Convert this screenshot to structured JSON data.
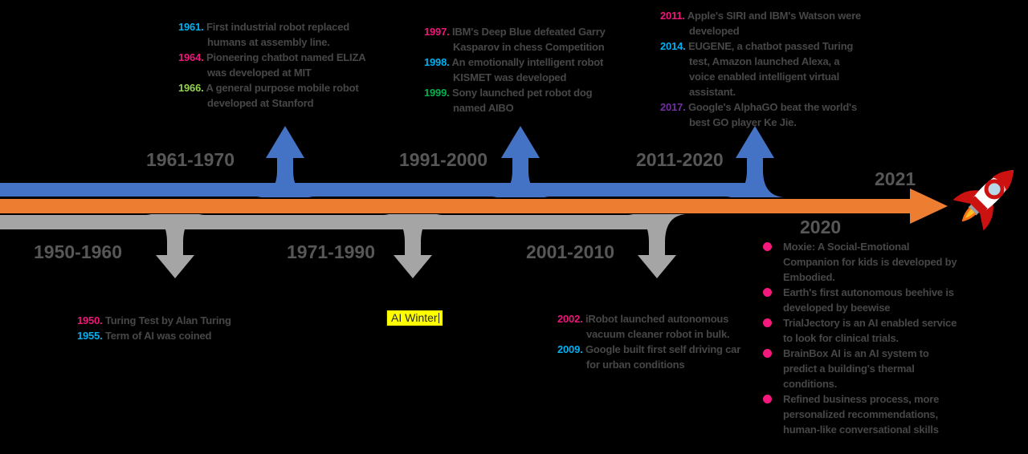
{
  "title": "History of Artificial Intelligence timeline",
  "colors": {
    "background": "#000000",
    "blue_band": "#4472C4",
    "orange_band": "#ED7D31",
    "gray_band": "#A5A5A5",
    "period_label": "#575757",
    "body_text": "#474747",
    "year_cyan": "#00B0F0",
    "year_pink": "#EC1778",
    "year_green": "#92D050",
    "year_dark_green": "#00B050",
    "year_purple": "#7030A0",
    "bullet_pink": "#F5197D",
    "highlight_yellow": "#FFFF00"
  },
  "periods": {
    "top": [
      "1961-1970",
      "1991-2000",
      "2011-2020"
    ],
    "bottom": [
      "1950-1960",
      "1971-1990",
      "2001-2010"
    ],
    "final_top": "2021",
    "final_bottom": "2020"
  },
  "blocks": {
    "era_1961_1970": {
      "entries": [
        {
          "year": "1961.",
          "text": "First industrial robot replaced humans at assembly line."
        },
        {
          "year": "1964.",
          "text": "Pioneering chatbot named ELIZA was developed at MIT"
        },
        {
          "year": "1966.",
          "text": "A general purpose mobile robot developed at Stanford"
        }
      ]
    },
    "era_1991_2000": {
      "entries": [
        {
          "year": "1997.",
          "text": "IBM's Deep Blue defeated Garry Kasparov in chess Competition"
        },
        {
          "year": "1998.",
          "text": "An emotionally intelligent robot KISMET was developed"
        },
        {
          "year": "1999.",
          "text": "Sony launched pet robot dog named AIBO"
        }
      ]
    },
    "era_2011_2020": {
      "entries": [
        {
          "year": "2011.",
          "text": "Apple's SIRI and IBM's Watson were developed"
        },
        {
          "year": "2014.",
          "text": "EUGENE, a chatbot passed Turing test, Amazon launched Alexa, a voice enabled  intelligent virtual assistant."
        },
        {
          "year": "2017.",
          "text": "Google's AlphaGO beat the world's best GO player Ke Jie."
        }
      ]
    },
    "era_1950_1960": {
      "entries": [
        {
          "year": "1950.",
          "text": "Turing Test by Alan Turing"
        },
        {
          "year": "1955.",
          "text": "Term of AI was coined"
        }
      ]
    },
    "era_1971_1990": {
      "label": "AI Winter"
    },
    "era_2001_2010": {
      "entries": [
        {
          "year": "2002.",
          "text": "iRobot launched autonomous vacuum cleaner robot in bulk."
        },
        {
          "year": "2009.",
          "text": "Google built first self driving car for urban conditions"
        }
      ]
    },
    "era_2020": {
      "items": [
        "Moxie: A Social-Emotional Companion for kids is developed by Embodied.",
        "Earth's first autonomous beehive is developed by beewise",
        "TrialJectory is an AI enabled service to look for clinical trials.",
        "BrainBox AI is an AI system to predict a building's thermal conditions.",
        "Refined business process, more personalized recommendations, human-like conversational skills"
      ]
    }
  },
  "icons": {
    "rocket": "rocket-icon"
  }
}
